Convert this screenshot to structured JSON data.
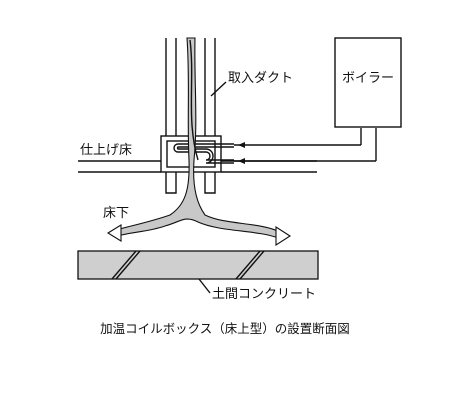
{
  "labels": {
    "boiler": "ボイラー",
    "intake_duct": "取入ダクト",
    "finish_floor": "仕上げ床",
    "under_floor": "床下",
    "concrete": "土間コンクリート"
  },
  "caption": "加温コイルボックス（床上型）の設置断面図",
  "colors": {
    "line": "#111111",
    "airflow_fill": "#c8c8c8",
    "concrete_fill": "#cfcfcf"
  }
}
